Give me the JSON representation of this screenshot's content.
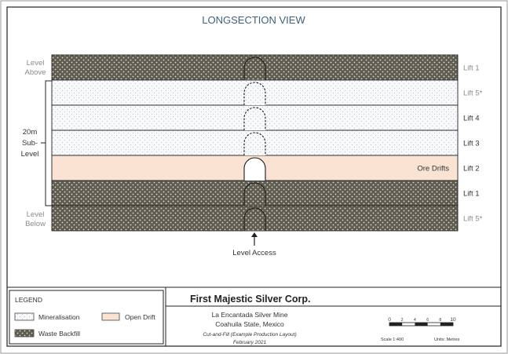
{
  "title": "LONGSECTION VIEW",
  "left_labels": {
    "level_above": [
      "Level",
      "Above"
    ],
    "sub_level": [
      "20m",
      "Sub-",
      "Level"
    ],
    "level_below": [
      "Level",
      "Below"
    ]
  },
  "rows": [
    {
      "fill": "waste",
      "right_label": "Lift 1",
      "right_label_tone": "muted",
      "inner_label": ""
    },
    {
      "fill": "mineralisation",
      "right_label": "Lift 5*",
      "right_label_tone": "muted",
      "inner_label": ""
    },
    {
      "fill": "mineralisation",
      "right_label": "Lift 4",
      "right_label_tone": "dark",
      "inner_label": ""
    },
    {
      "fill": "mineralisation",
      "right_label": "Lift 3",
      "right_label_tone": "dark",
      "inner_label": ""
    },
    {
      "fill": "open",
      "right_label": "Lift 2",
      "right_label_tone": "dark",
      "inner_label": "Ore Drifts"
    },
    {
      "fill": "waste",
      "right_label": "Lift 1",
      "right_label_tone": "dark",
      "inner_label": ""
    },
    {
      "fill": "waste",
      "right_label": "Lift 5*",
      "right_label_tone": "muted",
      "inner_label": ""
    }
  ],
  "access_label": "Level Access",
  "legend": {
    "title": "LEGEND",
    "items": {
      "mineralisation": "Mineralisation",
      "open_drift": "Open Drift",
      "waste_backfill": "Waste Backfill"
    }
  },
  "company": "First Majestic Silver Corp.",
  "mine": {
    "name": "La Encantada Silver Mine",
    "location": "Coahuila State, Mexico",
    "method": "Cut-and-Fill (Example Production Layout)",
    "date": "February 2021"
  },
  "scale_bar": {
    "ticks": [
      "0",
      "2",
      "4",
      "6",
      "8",
      "10"
    ],
    "scale_text": "Scale 1:400",
    "units_text": "Units: Metres"
  },
  "colors": {
    "waste": "#5f5c52",
    "waste_dot": "#e2dccb",
    "mineralisation": "#f7f9fb",
    "mineralisation_dot": "#b8c6d2",
    "open": "#fbe3d3",
    "title_blue": "#3f5f7a",
    "muted_text": "#8a8a8a",
    "text": "#333333"
  }
}
